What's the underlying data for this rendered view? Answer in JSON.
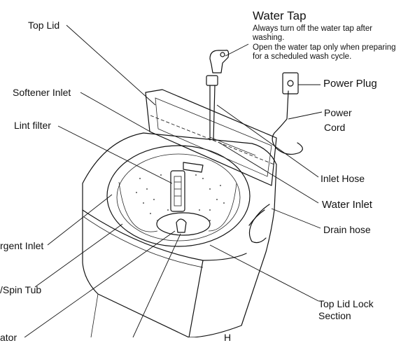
{
  "labels": {
    "top_lid": "Top Lid",
    "softener_inlet": "Softener Inlet",
    "lint_filter": "Lint filter",
    "detergent_inlet": "rgent Inlet",
    "spin_tub": "/Spin Tub",
    "bottom_left": "ator",
    "bottom_right": "H",
    "water_tap": "Water Tap",
    "tap_note_1": "Always turn off the water tap after washing.",
    "tap_note_2": "Open the water tap only when preparing for a scheduled wash cycle.",
    "power_plug": "Power Plug",
    "power_cord_line1": "Power",
    "power_cord_line2": "Cord",
    "inlet_hose": "Inlet Hose",
    "water_inlet": "Water Inlet",
    "drain_hose": "Drain hose",
    "lid_lock_line1": "Top Lid Lock",
    "lid_lock_line2": "Section"
  },
  "colors": {
    "line": "#111111",
    "background": "#ffffff"
  }
}
